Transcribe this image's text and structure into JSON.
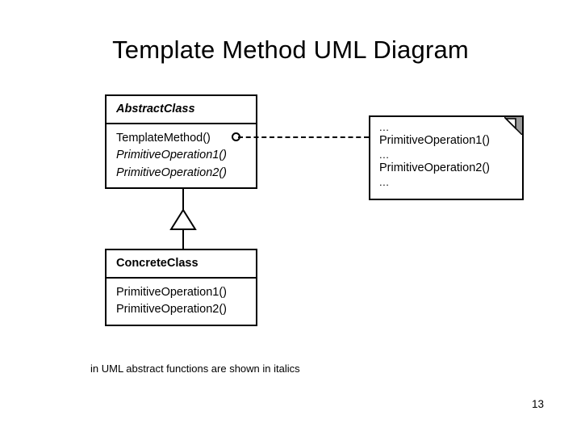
{
  "slide": {
    "title": "Template Method UML Diagram",
    "footnote": "in UML abstract functions are shown in italics",
    "page_number": "13"
  },
  "abstract_class": {
    "name": "AbstractClass",
    "operations": [
      {
        "label": "TemplateMethod()",
        "abstract": false
      },
      {
        "label": "PrimitiveOperation1()",
        "abstract": true
      },
      {
        "label": "PrimitiveOperation2()",
        "abstract": true
      }
    ]
  },
  "concrete_class": {
    "name": "ConcreteClass",
    "operations": [
      {
        "label": "PrimitiveOperation1()",
        "abstract": false
      },
      {
        "label": "PrimitiveOperation2()",
        "abstract": false
      }
    ]
  },
  "note": {
    "lines": [
      "...",
      "PrimitiveOperation1()",
      "...",
      "PrimitiveOperation2()",
      "..."
    ],
    "fold_color": "#999999"
  },
  "connectors": {
    "generalization": "inheritance-arrow",
    "dependency": "dashed-note-anchor"
  },
  "colors": {
    "background": "#ffffff",
    "stroke": "#000000",
    "text": "#000000"
  }
}
